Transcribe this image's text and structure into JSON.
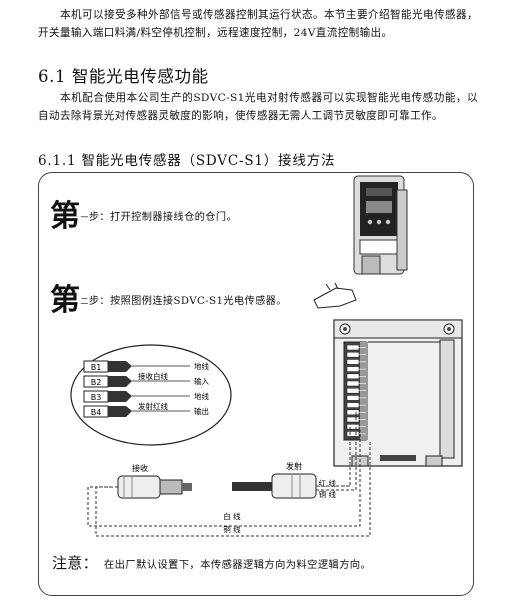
{
  "intro_paragraph": "本机可以接受多种外部信号或传感器控制其运行状态。本节主要介绍智能光电传感器，开关量输入端口料满/料空停机控制，远程速度控制，24V直流控制输出。",
  "section": {
    "number_title": "6.1 智能光电传感功能",
    "paragraph": "本机配合使用本公司生产的SDVC-S1光电对射传感器可以实现智能光电传感功能，以自动去除背景光对传感器灵敏度的影响，使传感器无需人工调节灵敏度即可靠工作。",
    "subsection_title": "6.1.1 智能光电传感器（SDVC-S1）接线方法"
  },
  "steps": [
    {
      "big_char": "第",
      "small_char": "一",
      "text": "步：打开控制器接线仓的仓门。"
    },
    {
      "big_char": "第",
      "small_char": "二",
      "text": "步：按照图例连接SDVC-S1光电传感器。"
    }
  ],
  "terminals": [
    "B1",
    "B2",
    "B3",
    "B4"
  ],
  "wire_labels": {
    "ground": "地线",
    "receive_white": "接收白线",
    "input": "输入",
    "emit_red": "发射红线",
    "output": "输出"
  },
  "sensor_labels": {
    "receiver": "接收",
    "emitter": "发射"
  },
  "cable_labels": {
    "red": "红 线",
    "copper": "铜 线",
    "white": "白 线",
    "copper2": "铜 线"
  },
  "note": {
    "title": "注意：",
    "text": "在出厂默认设置下，本传感器逻辑方向为料空逻辑方向。"
  }
}
